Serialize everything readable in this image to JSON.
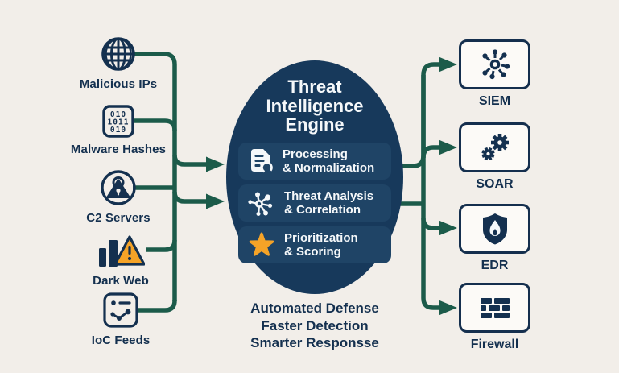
{
  "colors": {
    "background": "#F2EEE9",
    "navy": "#14304F",
    "engine_ellipse": "#17395B",
    "stage_pill": "#1F4466",
    "arrow_green": "#1C5B4A",
    "accent_orange": "#F5A327",
    "box_fill": "#FCFAF7",
    "light_text": "#F5F8FA"
  },
  "sources": [
    {
      "label": "Malicious IPs",
      "icon": "globe-icon"
    },
    {
      "label": "Malware Hashes",
      "icon": "binary-hash-icon",
      "binary_rows": [
        "010",
        "1011",
        "010"
      ]
    },
    {
      "label": "C2 Servers",
      "icon": "user-lock-icon"
    },
    {
      "label": "Dark Web",
      "icon": "bar-chart-warning-icon"
    },
    {
      "label": "IoC Feeds",
      "icon": "ioc-feed-icon"
    }
  ],
  "engine": {
    "title_lines": [
      "Threat",
      "Intelligence",
      "Engine"
    ],
    "stages": [
      {
        "line1": "Processing",
        "line2": "& Normalization",
        "icon": "document-sync-icon"
      },
      {
        "line1": "Threat Analysis",
        "line2": "& Correlation",
        "icon": "correlation-network-icon"
      },
      {
        "line1": "Prioritization",
        "line2": "& Scoring",
        "icon": "star-icon"
      }
    ],
    "outcomes": [
      "Automated Defense",
      "Faster Detection",
      "Smarter Responsse"
    ]
  },
  "destinations": [
    {
      "label": "SIEM",
      "icon": "hub-network-icon"
    },
    {
      "label": "SOAR",
      "icon": "gears-icon"
    },
    {
      "label": "EDR",
      "icon": "shield-flame-icon"
    },
    {
      "label": "Firewall",
      "icon": "brick-wall-icon"
    }
  ]
}
